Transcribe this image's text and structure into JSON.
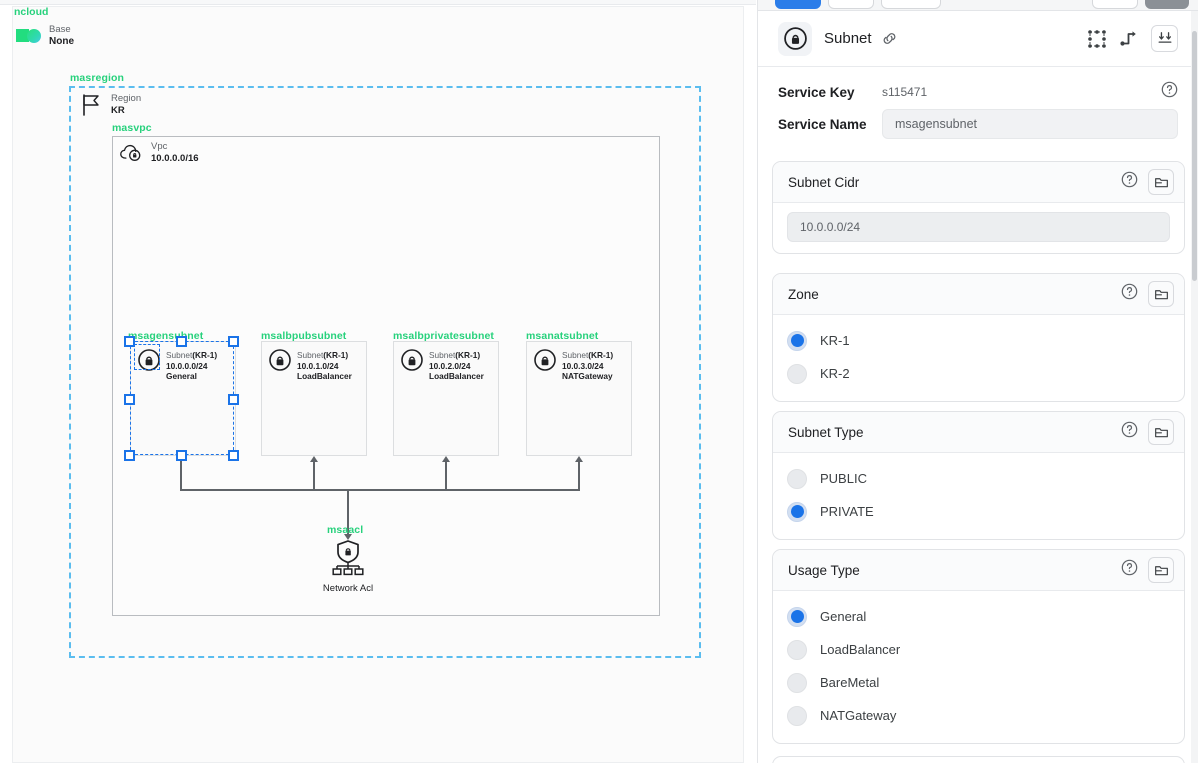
{
  "canvas": {
    "root_label": "ncloud",
    "base": {
      "title": "Base",
      "value": "None",
      "icon": "base-swatch-icon"
    },
    "region": {
      "group_label": "masregion",
      "type": "Region",
      "value": "KR",
      "icon": "flag-icon"
    },
    "vpc": {
      "group_label": "masvpc",
      "type": "Vpc",
      "value": "10.0.0.0/16",
      "icon": "cloud-lock-icon"
    },
    "subnets": [
      {
        "group_label": "msagensubnet",
        "type": "Subnet",
        "zone": "(KR-1)",
        "cidr": "10.0.0.0/24",
        "usage": "General",
        "icon": "lock-circle-icon",
        "selected": true
      },
      {
        "group_label": "msalbpubsubnet",
        "type": "Subnet",
        "zone": "(KR-1)",
        "cidr": "10.0.1.0/24",
        "usage": "LoadBalancer",
        "icon": "lock-circle-icon",
        "selected": false
      },
      {
        "group_label": "msalbprivatesubnet",
        "type": "Subnet",
        "zone": "(KR-1)",
        "cidr": "10.0.2.0/24",
        "usage": "LoadBalancer",
        "icon": "lock-circle-icon",
        "selected": false
      },
      {
        "group_label": "msanatsubnet",
        "type": "Subnet",
        "zone": "(KR-1)",
        "cidr": "10.0.3.0/24",
        "usage": "NATGateway",
        "icon": "lock-circle-icon",
        "selected": false
      }
    ],
    "acl": {
      "group_label": "msaacl",
      "caption": "Network Acl",
      "icon": "shield-lock-network-icon"
    },
    "colors": {
      "group_label": "#27d17c",
      "region_border": "#5bbdef",
      "selection": "#1a73e8",
      "connector": "#5f6368"
    }
  },
  "panel": {
    "header": {
      "title": "Subnet",
      "icon": "lock-circle-icon",
      "link_icon": "link-icon",
      "actions": [
        {
          "name": "select-bounds-icon"
        },
        {
          "name": "route-path-icon"
        },
        {
          "name": "collapse-all-icon"
        }
      ]
    },
    "meta": {
      "service_key_label": "Service Key",
      "service_key_value": "s115471",
      "service_name_label": "Service Name",
      "service_name_value": "msagensubnet",
      "help_icon": "help-circle-icon"
    },
    "cards": [
      {
        "title": "Subnet Cidr",
        "help_icon": "help-circle-icon",
        "folder_icon": "folder-icon",
        "input_value": "10.0.0.0/24"
      },
      {
        "title": "Zone",
        "help_icon": "help-circle-icon",
        "folder_icon": "folder-icon",
        "options": [
          {
            "label": "KR-1",
            "selected": true
          },
          {
            "label": "KR-2",
            "selected": false
          }
        ]
      },
      {
        "title": "Subnet Type",
        "help_icon": "help-circle-icon",
        "folder_icon": "folder-icon",
        "options": [
          {
            "label": "PUBLIC",
            "selected": false
          },
          {
            "label": "PRIVATE",
            "selected": true
          }
        ]
      },
      {
        "title": "Usage Type",
        "help_icon": "help-circle-icon",
        "folder_icon": "folder-icon",
        "options": [
          {
            "label": "General",
            "selected": true
          },
          {
            "label": "LoadBalancer",
            "selected": false
          },
          {
            "label": "BareMetal",
            "selected": false
          },
          {
            "label": "NATGateway",
            "selected": false
          }
        ]
      }
    ],
    "accent_color": "#1a73e8"
  }
}
